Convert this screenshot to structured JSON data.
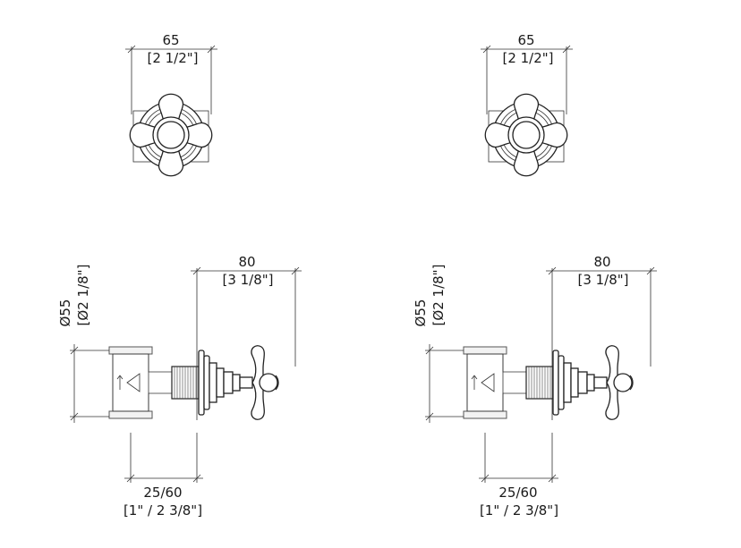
{
  "views": [
    {
      "id": "top-left",
      "width_label": "65",
      "width_label_imperial": "[2 1/2\"]"
    },
    {
      "id": "top-right",
      "width_label": "65",
      "width_label_imperial": "[2 1/2\"]"
    },
    {
      "id": "side-left",
      "length_label": "80",
      "length_label_imperial": "[3 1/8\"]",
      "diameter_label": "Ø55",
      "diameter_label_imperial": "[Ø2 1/8\"]",
      "depth_label": "25/60",
      "depth_label_imperial": "[1\" / 2 3/8\"]"
    },
    {
      "id": "side-right",
      "length_label": "80",
      "length_label_imperial": "[3 1/8\"]",
      "diameter_label": "Ø55",
      "diameter_label_imperial": "[Ø2 1/8\"]",
      "depth_label": "25/60",
      "depth_label_imperial": "[1\" / 2 3/8\"]"
    }
  ]
}
